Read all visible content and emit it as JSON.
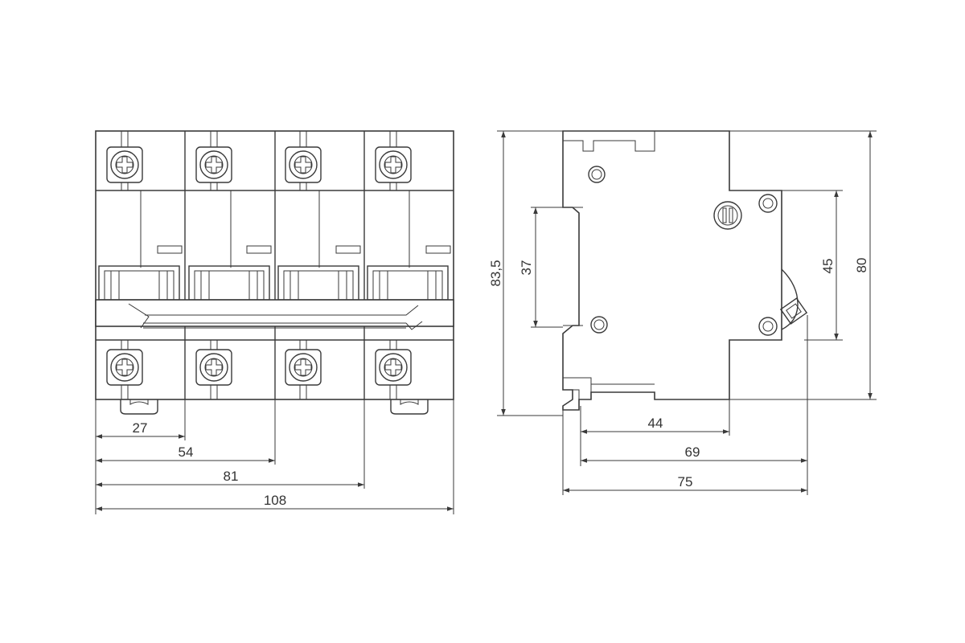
{
  "front_view": {
    "dimensions": {
      "d27": "27",
      "d54": "54",
      "d81": "81",
      "d108": "108"
    }
  },
  "side_view": {
    "dimensions": {
      "d83_5": "83,5",
      "d37": "37",
      "d45": "45",
      "d80": "80",
      "d44": "44",
      "d69": "69",
      "d75": "75"
    }
  },
  "colors": {
    "line": "#3a3a3a",
    "text": "#333333",
    "background": "#ffffff"
  }
}
